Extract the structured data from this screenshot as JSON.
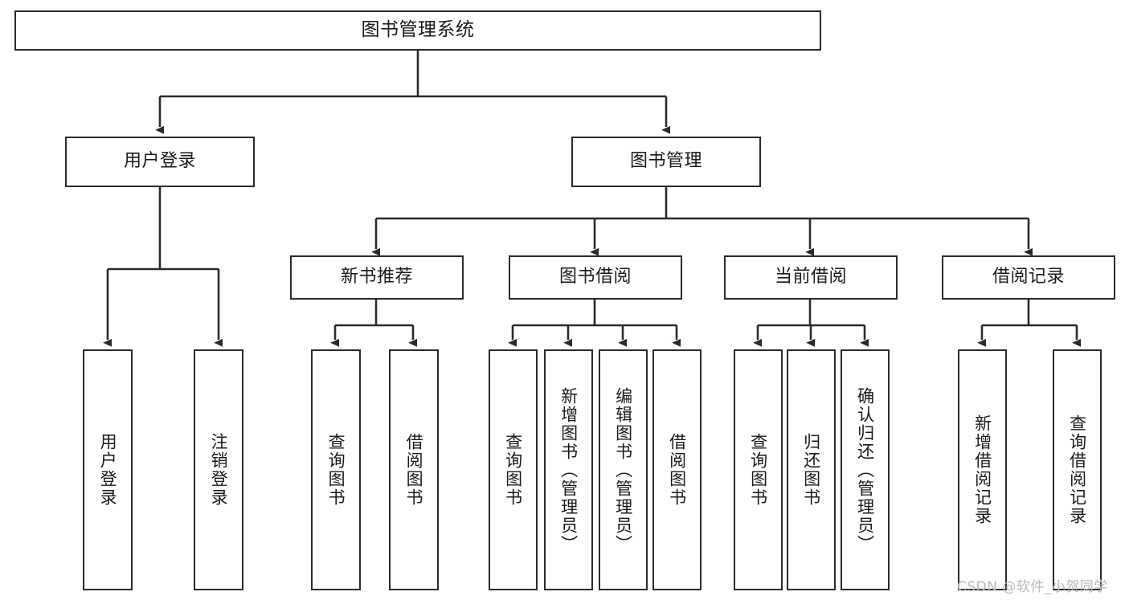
{
  "diagram": {
    "title": "图书管理系统",
    "watermark": "CSDN @软件_小贺同学",
    "stroke_color": "#2b2b2b",
    "background_color": "#ffffff",
    "text_color": "#1a1a1a",
    "watermark_color": "#b9b9b9"
  },
  "nodes": {
    "root": {
      "label": "图书管理系统"
    },
    "level2": [
      {
        "label": "用户登录"
      },
      {
        "label": "图书管理"
      }
    ],
    "level3": [
      {
        "label": "新书推荐"
      },
      {
        "label": "图书借阅"
      },
      {
        "label": "当前借阅"
      },
      {
        "label": "借阅记录"
      }
    ],
    "leaves_user_login": [
      {
        "label": "用户登录"
      },
      {
        "label": "注销登录"
      }
    ],
    "leaves_new_book": [
      {
        "label": "查询图书"
      },
      {
        "label": "借阅图书"
      }
    ],
    "leaves_borrow": [
      {
        "label": "查询图书"
      },
      {
        "label": "新增图书（管理员）"
      },
      {
        "label": "编辑图书（管理员）"
      },
      {
        "label": "借阅图书"
      }
    ],
    "leaves_current": [
      {
        "label": "查询图书"
      },
      {
        "label": "归还图书"
      },
      {
        "label": "确认归还（管理员）"
      }
    ],
    "leaves_records": [
      {
        "label": "新增借阅记录"
      },
      {
        "label": "查询借阅记录"
      }
    ]
  }
}
